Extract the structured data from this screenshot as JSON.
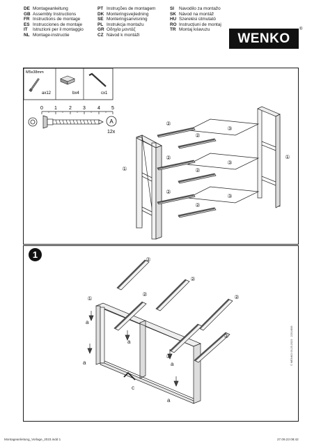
{
  "languages": [
    {
      "code": "DE",
      "text": "Montageanleitung"
    },
    {
      "code": "GB",
      "text": "Assembly Instructions"
    },
    {
      "code": "FR",
      "text": "Instructions de montage"
    },
    {
      "code": "ES",
      "text": "Instrucciones de montaje"
    },
    {
      "code": "IT",
      "text": "Istruzioni per il montaggio"
    },
    {
      "code": "NL",
      "text": "Montage-instructie"
    },
    {
      "code": "PT",
      "text": "Instruções de montagem"
    },
    {
      "code": "DK",
      "text": "Monteringsvejledning"
    },
    {
      "code": "SE",
      "text": "Monteringsanvisning"
    },
    {
      "code": "PL",
      "text": "Instrukcja montażu"
    },
    {
      "code": "GR",
      "text": "Οδηγία μοντάζ"
    },
    {
      "code": "CZ",
      "text": "Návod k montáži"
    },
    {
      "code": "SI",
      "text": "Navodilo za montažo"
    },
    {
      "code": "SK",
      "text": "Návod na montáž"
    },
    {
      "code": "HU",
      "text": "Szerelési útmutató"
    },
    {
      "code": "RO",
      "text": "Instrucțiuni de montaj"
    },
    {
      "code": "TR",
      "text": "Montaj kılavuzu"
    }
  ],
  "brand": {
    "logo": "WENKO",
    "registered": "®"
  },
  "parts": {
    "screw_label": "M5x38mm",
    "screw_qty": "ax12",
    "cap_qty": "bx4",
    "key_qty": "cx1"
  },
  "ruler": {
    "ticks": [
      "0",
      "1",
      "2",
      "3",
      "4",
      "5"
    ],
    "callout": "A",
    "callout_qty": "12x"
  },
  "part_numbers": {
    "frame": "①",
    "rail": "②",
    "shelf": "③"
  },
  "step": {
    "number": "1"
  },
  "letters": {
    "a": "a",
    "c": "c"
  },
  "footer": {
    "left": "Montageanleitung_Vorlage_2023.indd  1",
    "right": "27.09.23   08:42",
    "side_code": "© WENKO 03.25.2023 · 2201/806"
  }
}
